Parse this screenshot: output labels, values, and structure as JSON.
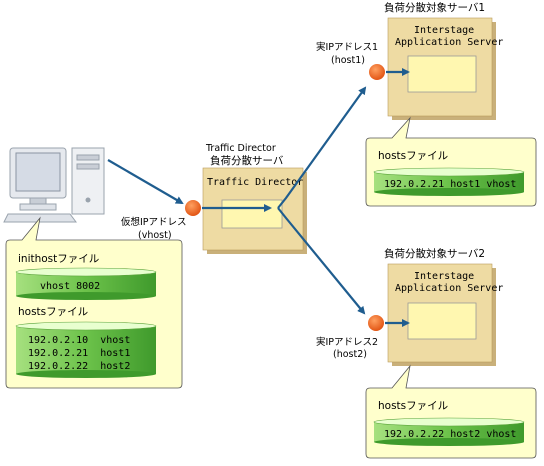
{
  "colors": {
    "server_box": "#eedba3",
    "server_shadow": "#c9b07a",
    "inner_box": "#fff7b0",
    "note_bg": "#ffffcc",
    "cylinder_top": "#e8ffcf",
    "cylinder_body": "#6cc24a",
    "arrow": "#1f5d8f",
    "ip_dot": "#f06a1e"
  },
  "client": {
    "initfile_label": "inithostファイル",
    "initfile_value": "vhost 8002",
    "hostsfile_label": "hostsファイル",
    "hosts_rows": [
      "192.0.2.10  vhost",
      "192.0.2.21  host1",
      "192.0.2.22  host2"
    ],
    "virtual_ip_label": "仮想IPアドレス",
    "virtual_ip_host": "(vhost)"
  },
  "traffic_director": {
    "title_line1": "Traffic Director",
    "title_line2": "負荷分散サーバ",
    "box_label": "Traffic Director"
  },
  "server1": {
    "title": "負荷分散対象サーバ1",
    "box_label_line1": "Interstage",
    "box_label_line2": "Application Server",
    "ip_label": "実IPアドレス1",
    "ip_host": "(host1)",
    "hostsfile_label": "hostsファイル",
    "hosts_row": "192.0.2.21 host1 vhost"
  },
  "server2": {
    "title": "負荷分散対象サーバ2",
    "box_label_line1": "Interstage",
    "box_label_line2": "Application Server",
    "ip_label": "実IPアドレス2",
    "ip_host": "(host2)",
    "hostsfile_label": "hostsファイル",
    "hosts_row": "192.0.2.22 host2 vhost"
  }
}
